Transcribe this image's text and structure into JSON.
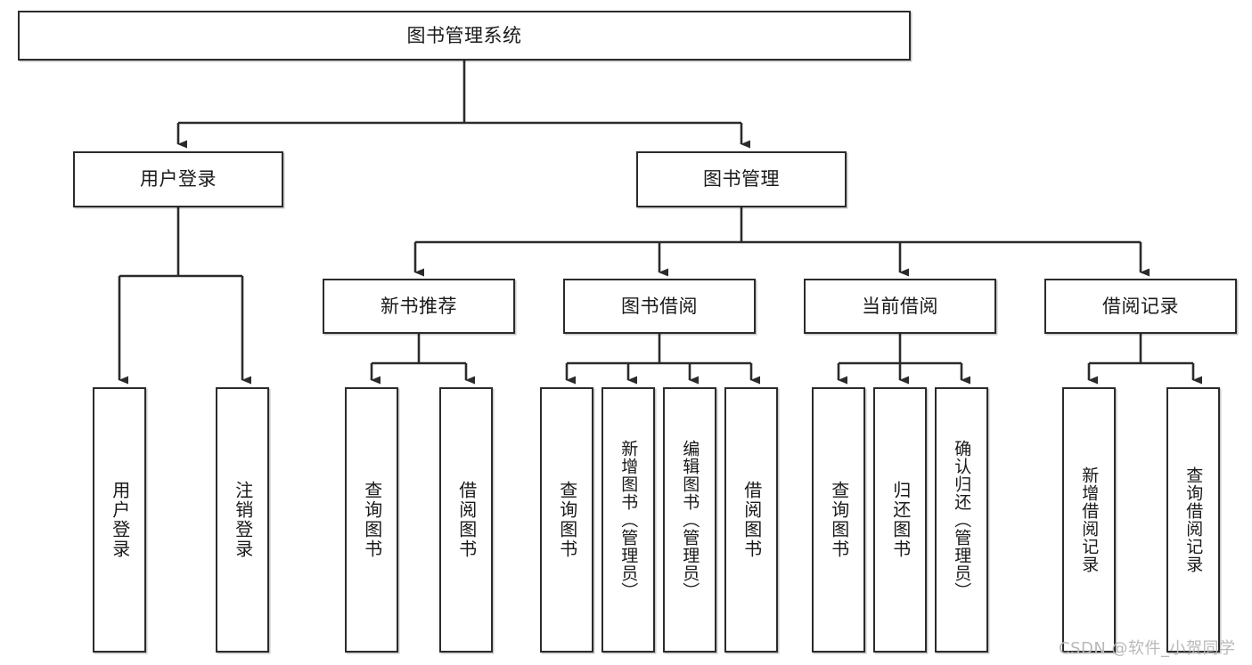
{
  "diagram": {
    "type": "tree-hierarchy",
    "title": "图书管理系统",
    "orientation": "top-down",
    "colors": {
      "box_border": "#2b2b2b",
      "box_fill": "#ffffff",
      "edge": "#2b2b2b",
      "text": "#1a1a1a",
      "watermark": "#b9b9b9"
    },
    "nodes": {
      "root": {
        "label": "图书管理系统"
      },
      "level2": [
        {
          "id": "user-login",
          "label": "用户登录"
        },
        {
          "id": "book-manage",
          "label": "图书管理"
        }
      ],
      "level3": [
        {
          "id": "new-book-recommend",
          "label": "新书推荐"
        },
        {
          "id": "book-borrow",
          "label": "图书借阅"
        },
        {
          "id": "current-borrow",
          "label": "当前借阅"
        },
        {
          "id": "borrow-record",
          "label": "借阅记录"
        }
      ],
      "leaves": {
        "user-login": [
          {
            "id": "leaf-user-login",
            "label": "用户登录"
          },
          {
            "id": "leaf-user-logout",
            "label": "注销登录"
          }
        ],
        "new-book-recommend": [
          {
            "id": "leaf-query-book-1",
            "label": "查询图书"
          },
          {
            "id": "leaf-borrow-book-1",
            "label": "借阅图书"
          }
        ],
        "book-borrow": [
          {
            "id": "leaf-query-book-2",
            "label": "查询图书"
          },
          {
            "id": "leaf-add-book",
            "label": "新增图书（管理员）"
          },
          {
            "id": "leaf-edit-book",
            "label": "编辑图书（管理员）"
          },
          {
            "id": "leaf-borrow-book-2",
            "label": "借阅图书"
          }
        ],
        "current-borrow": [
          {
            "id": "leaf-query-book-3",
            "label": "查询图书"
          },
          {
            "id": "leaf-return-book",
            "label": "归还图书"
          },
          {
            "id": "leaf-confirm-return",
            "label": "确认归还（管理员）"
          }
        ],
        "borrow-record": [
          {
            "id": "leaf-add-record",
            "label": "新增借阅记录"
          },
          {
            "id": "leaf-query-record",
            "label": "查询借阅记录"
          }
        ]
      }
    }
  },
  "watermark": {
    "text": "CSDN @软件_小贺同学"
  }
}
